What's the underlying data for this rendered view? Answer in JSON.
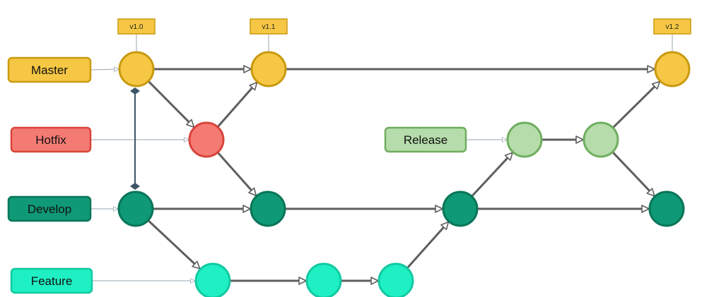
{
  "colors": {
    "arrow": "#5f5f5f",
    "thin_line": "#9aa7b0",
    "dev_link": "#3d5566"
  },
  "branches": [
    {
      "id": "master",
      "label": "Master",
      "fill": "#f6c744",
      "stroke": "#c99a0e"
    },
    {
      "id": "hotfix",
      "label": "Hotfix",
      "fill": "#f47b73",
      "stroke": "#d9443b"
    },
    {
      "id": "develop",
      "label": "Develop",
      "fill": "#0f9976",
      "stroke": "#0a7559"
    },
    {
      "id": "feature",
      "label": "Feature",
      "fill": "#1ff0c4",
      "stroke": "#12c9a2"
    },
    {
      "id": "release",
      "label": "Release",
      "fill": "#b5dcaa",
      "stroke": "#6fae5e"
    }
  ],
  "tags": [
    "v1.0",
    "v1.1",
    "v1.2"
  ]
}
